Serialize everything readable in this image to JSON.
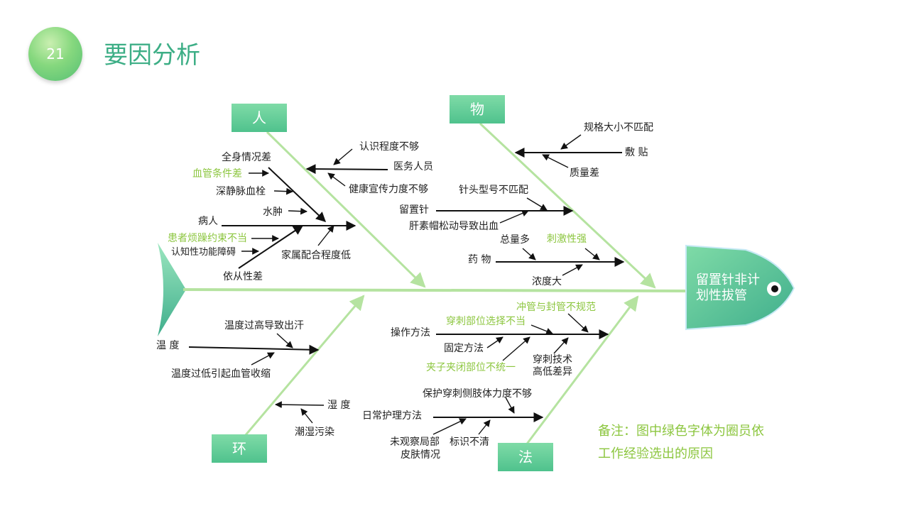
{
  "page": {
    "number": "21",
    "title": "要因分析"
  },
  "head": {
    "line1": "留置针非计",
    "line2": "划性拔管"
  },
  "categories": {
    "person": "人",
    "material": "物",
    "environment": "环",
    "method": "法"
  },
  "causes": {
    "c1": "全身情况差",
    "c2": "血管条件差",
    "c3": "深静脉血栓",
    "c4": "水肿",
    "c5": "病人",
    "c6": "患者烦躁约束不当",
    "c7": "认知性功能障碍",
    "c8": "家属配合程度低",
    "c9": "依从性差",
    "c10": "认识程度不够",
    "c11": "医务人员",
    "c12": "健康宣传力度不够",
    "m1": "规格大小不匹配",
    "m2": "敷 贴",
    "m3": "质量差",
    "m4": "针头型号不匹配",
    "m5": "留置针",
    "m6": "肝素帽松动导致出血",
    "m7": "总量多",
    "m8": "刺激性强",
    "m9": "药 物",
    "m10": "浓度大",
    "e1": "温度过高导致出汗",
    "e2": "温 度",
    "e3": "温度过低引起血管收缩",
    "e4": "湿 度",
    "e5": "潮湿污染",
    "f1": "冲管与封管不规范",
    "f2": "穿刺部位选择不当",
    "f3": "操作方法",
    "f4": "固定方法",
    "f5": "穿刺技术",
    "f6": "高低差异",
    "f7": "夹子夹闭部位不统一",
    "f8": "保护穿刺侧肢体力度不够",
    "f9": "日常护理方法",
    "f10": "未观察局部",
    "f11": "皮肤情况",
    "f12": "标识不清"
  },
  "note": {
    "line1": "备注：图中绿色字体为圈员依",
    "line2": "工作经验选出的原因"
  },
  "colors": {
    "spine": "#b5e3a0",
    "accent": "#8cc63f",
    "category": "#4fc28d",
    "text_green": "#3dae86"
  }
}
